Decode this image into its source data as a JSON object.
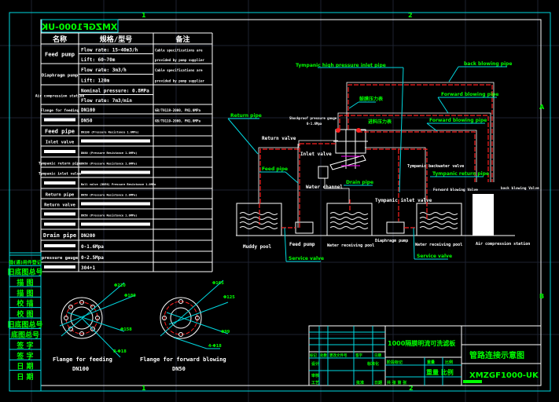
{
  "drawing_code": "XMZGF1000-UK",
  "colors": {
    "background": "#000000",
    "frame": "#00d8e0",
    "lines": "#ffffff",
    "pipes": "#ff2020",
    "labels": "#00ff00"
  },
  "zone_labels": {
    "top_1": "1",
    "top_2": "2",
    "right_a": "A",
    "right_b": "B",
    "bottom_1": "1",
    "bottom_2": "2"
  },
  "parts_table": {
    "header": [
      "名称",
      "规格/型号",
      "备注"
    ],
    "rows": [
      {
        "name": "Feed pump",
        "spec": [
          "Flow rate: 15~40m3/h",
          "Lift: 60~70m"
        ],
        "note": [
          "Cable specifications are",
          "provided by pump supplier"
        ]
      },
      {
        "name": "Diaphragm pump",
        "spec": [
          "Flow rate: 3m3/h",
          "Lift: 120m"
        ],
        "note": [
          "Cable specifications are",
          "provided by pump supplier"
        ]
      },
      {
        "name": "Air compression station",
        "spec": [
          "Nominal pressure: 0.8MPa",
          "Flow rate: 7m3/min"
        ],
        "note": [
          "",
          ""
        ]
      },
      {
        "name": "Flange for feeding",
        "spec": [
          "DN100"
        ],
        "note": [
          "GB/T9119-2000, PN1.0MPa"
        ]
      },
      {
        "name": "",
        "spec": [
          "DN50"
        ],
        "note": [
          "GB/T9119-2000, PN1.0MPa"
        ]
      },
      {
        "name": "Feed pipe",
        "spec": [
          "DN100 (Pressure Resistance 1.0MPa)"
        ],
        "note": [
          ""
        ]
      },
      {
        "name": "Inlet valve",
        "spec": [
          ""
        ],
        "note": [
          ""
        ]
      },
      {
        "name": "",
        "spec": [
          "DN80 (Pressure Resistance 1.0MPa)"
        ],
        "note": [
          ""
        ]
      },
      {
        "name": "Tympanic return pipe",
        "spec": [
          "DN50 (Pressure Resistance 1.0MPa)"
        ],
        "note": [
          ""
        ]
      },
      {
        "name": "Tympanic inlet valve",
        "spec": [
          ""
        ],
        "note": [
          ""
        ]
      },
      {
        "name": "",
        "spec": [
          "Ball valve (DN50) Pressure Resistance 1.0MPa"
        ],
        "note": [
          ""
        ]
      },
      {
        "name": "Return pipe",
        "spec": [
          "DN50 (Pressure Resistance 2.0MPa)"
        ],
        "note": [
          ""
        ]
      },
      {
        "name": "Return valve",
        "spec": [
          ""
        ],
        "note": [
          ""
        ]
      },
      {
        "name": "",
        "spec": [
          "DN50 (Pressure Resistance 1.0MPa)"
        ],
        "note": [
          ""
        ]
      },
      {
        "name": "",
        "spec": [
          ""
        ],
        "note": [
          ""
        ]
      },
      {
        "name": "Drain pipe",
        "spec": [
          "DN200"
        ],
        "note": [
          ""
        ]
      },
      {
        "name": "",
        "spec": [
          "0-1.6Mpa"
        ],
        "note": [
          ""
        ]
      },
      {
        "name": "pressure gauge",
        "spec": [
          "0-2.5Mpa"
        ],
        "note": [
          ""
        ]
      },
      {
        "name": "",
        "spec": [
          "304+1"
        ],
        "note": [
          ""
        ]
      }
    ]
  },
  "side_column": [
    "借(通)用件登记",
    "旧底图总号",
    "描 图",
    "描 图",
    "校 描",
    "校 图",
    "旧底图总号",
    "底图总号",
    "签 字",
    "签 字",
    "日 期",
    "日 期"
  ],
  "diagram": {
    "pipe_labels": {
      "tympanic_high_pressure_inlet_pipe": "Tympanic high pressure inlet pipe",
      "back_blowing_pipe": "back blowing pipe",
      "forward_blowing_pipe_1": "Forward blowing pipe",
      "forward_blowing_pipe_2": "Forward blowing pipe",
      "return_pipe": "Return pipe",
      "feed_pipe": "Feed pipe",
      "drain_pipe": "Drain pipe",
      "tympanic_return_pipe": "Tympanic return pipe",
      "gauge_cn_1": "鼓膜压力表",
      "gauge_cn_2": "进料压力表",
      "service_valve_1": "Service valve",
      "service_valve_2": "Service valve"
    },
    "equipment_labels": {
      "pressure_gauge": "Shockproof pressure gauge",
      "pressure_gauge_range": "0-1.6Mpa",
      "return_valve": "Return valve",
      "inlet_valve": "Inlet valve",
      "water_channel": "Water channel",
      "tympanic_backwater_valve": "Tympanic backwater valve",
      "tympanic_inlet_valve": "Tympanic inlet valve",
      "forward_blowing_valve": "Forward blowing Valve",
      "back_blowing_valve": "back blowing Valve",
      "muddy_pool": "Muddy pool",
      "feed_pump": "Feed pump",
      "water_receiving_pool_1": "Water receiving pool",
      "diaphragm_pump": "Diaphragm pump",
      "water_receiving_pool_2": "Water receiving pool",
      "air_compression_station": "Air compression station"
    },
    "flanges": [
      {
        "title": "Flange for feeding",
        "size": "DN100",
        "callouts": [
          "Φ220",
          "Φ180",
          "Φ158",
          "8-Φ18"
        ]
      },
      {
        "title": "Flange for forward blowing",
        "size": "DN50",
        "callouts": [
          "Φ165",
          "Φ125",
          "Φ99",
          "4-Φ18"
        ]
      }
    ]
  },
  "title_block": {
    "product": "1000隔膜明流可洗滤板",
    "drawing_title": "管路连接示意图",
    "code": "XMZGF1000-UK",
    "weight_scale": "重量 比例",
    "revision_headers": [
      "标记",
      "处数",
      "更改文件号",
      "签字",
      "日期"
    ],
    "roles": [
      "设计",
      "标准化",
      "审核",
      "工艺",
      "批准",
      "日期"
    ],
    "stage_labels": [
      "阶段标记",
      "重量",
      "比例"
    ],
    "sheet": "共 张 第 张"
  }
}
